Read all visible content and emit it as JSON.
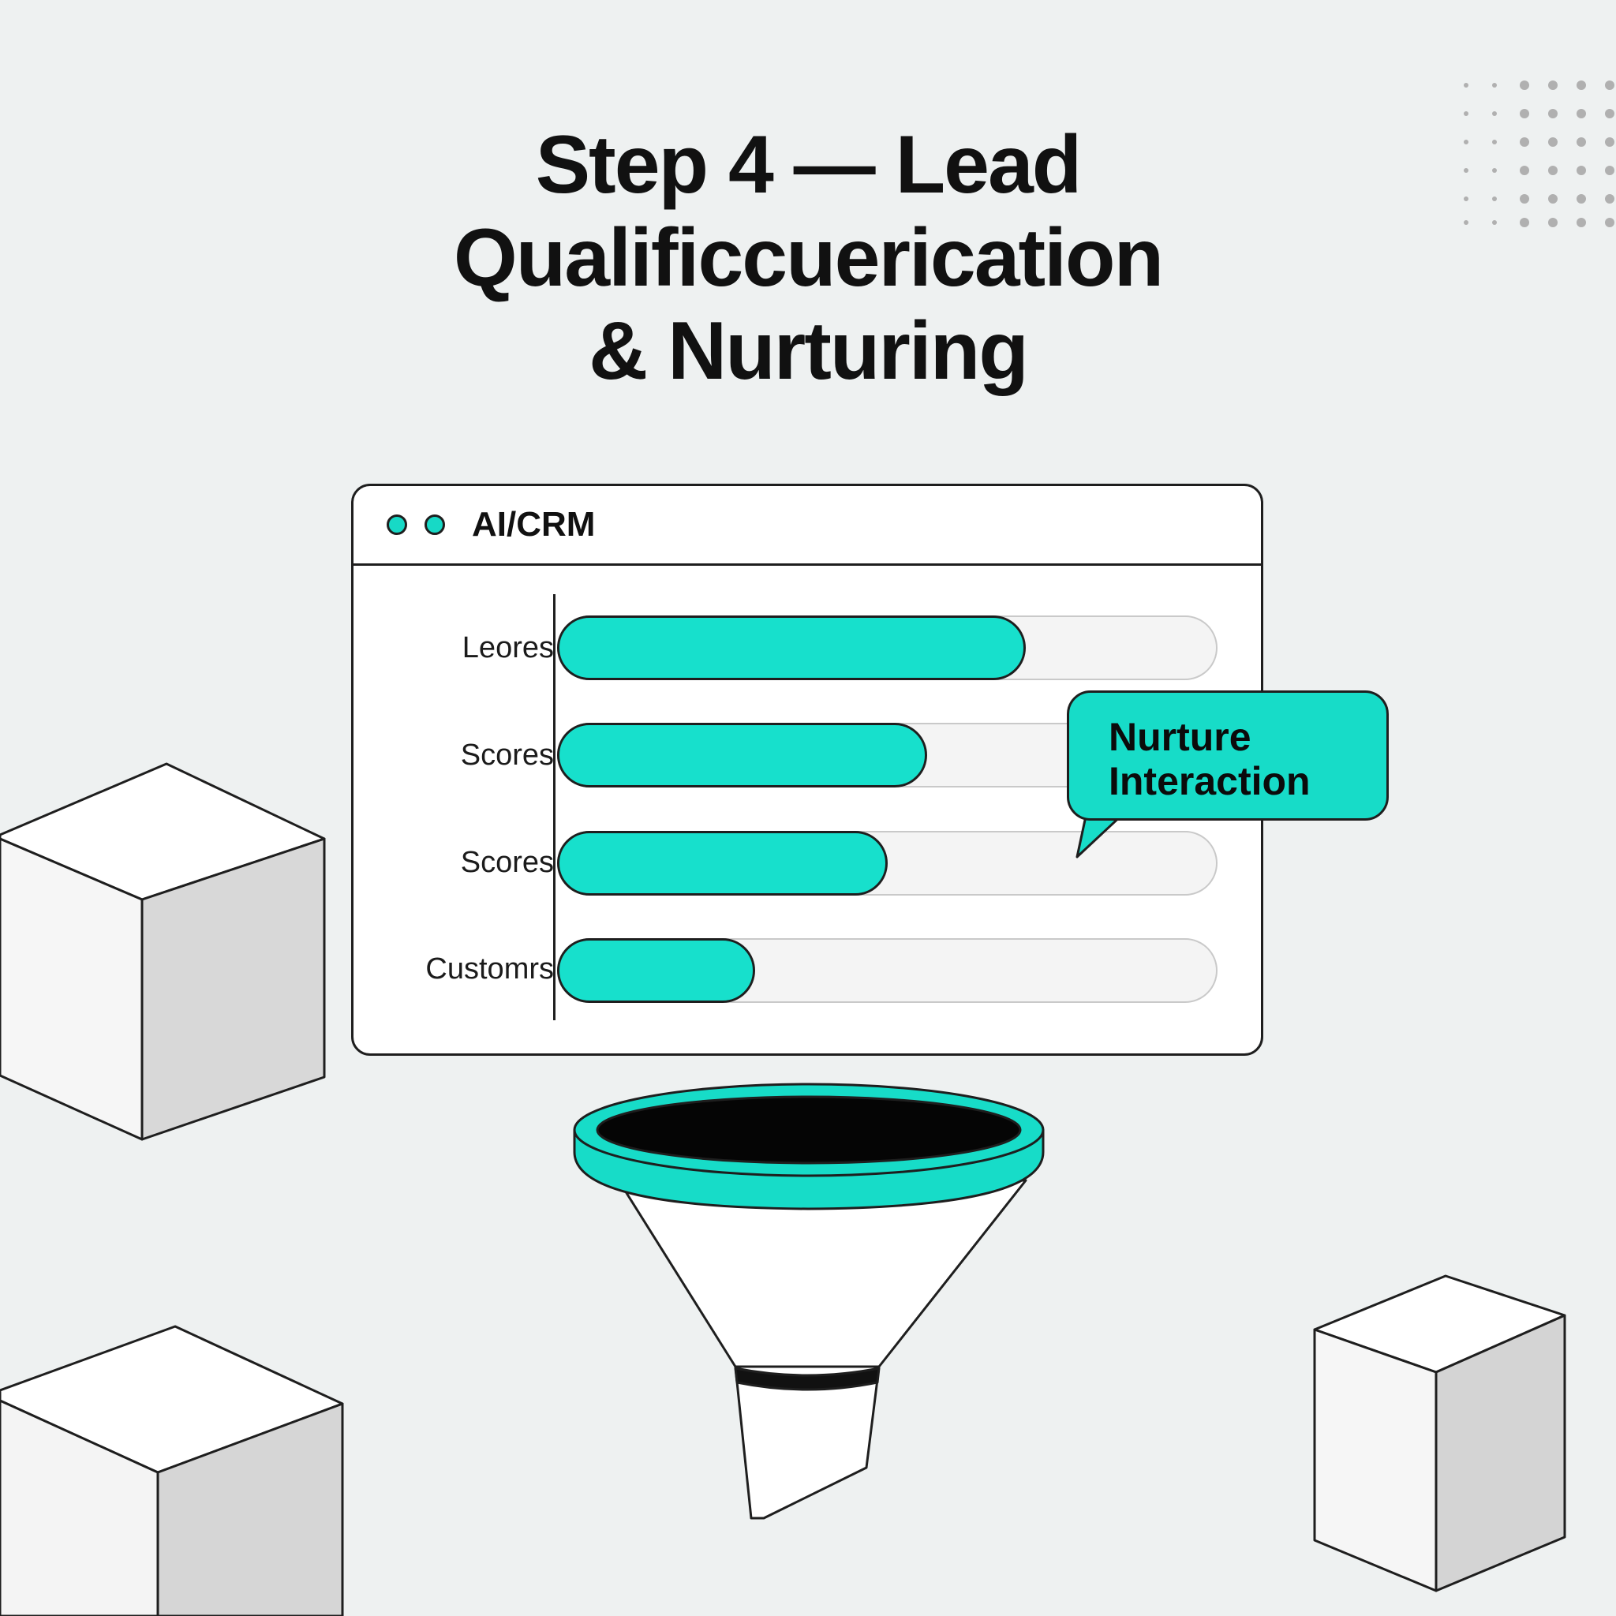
{
  "title": {
    "line1": "Step 4 — Lead",
    "line2": "Qualificcuerication",
    "line3": "& Nurturing"
  },
  "window": {
    "title": "AI/CRM",
    "rows": [
      {
        "label": "Leores",
        "fill": 0.71
      },
      {
        "label": "Scores",
        "fill": 0.56
      },
      {
        "label": "Scores",
        "fill": 0.5
      },
      {
        "label": "Customrs",
        "fill": 0.3
      }
    ]
  },
  "bubble": {
    "line1": "Nurture",
    "line2": "Interaction"
  },
  "colors": {
    "accent": "#17e0cc",
    "outline": "#1e1e1e",
    "background": "#eef1f1",
    "funnel_mouth": "#000000"
  },
  "icons": [
    "funnel-icon",
    "cube-icon",
    "dot-grid-pattern"
  ]
}
